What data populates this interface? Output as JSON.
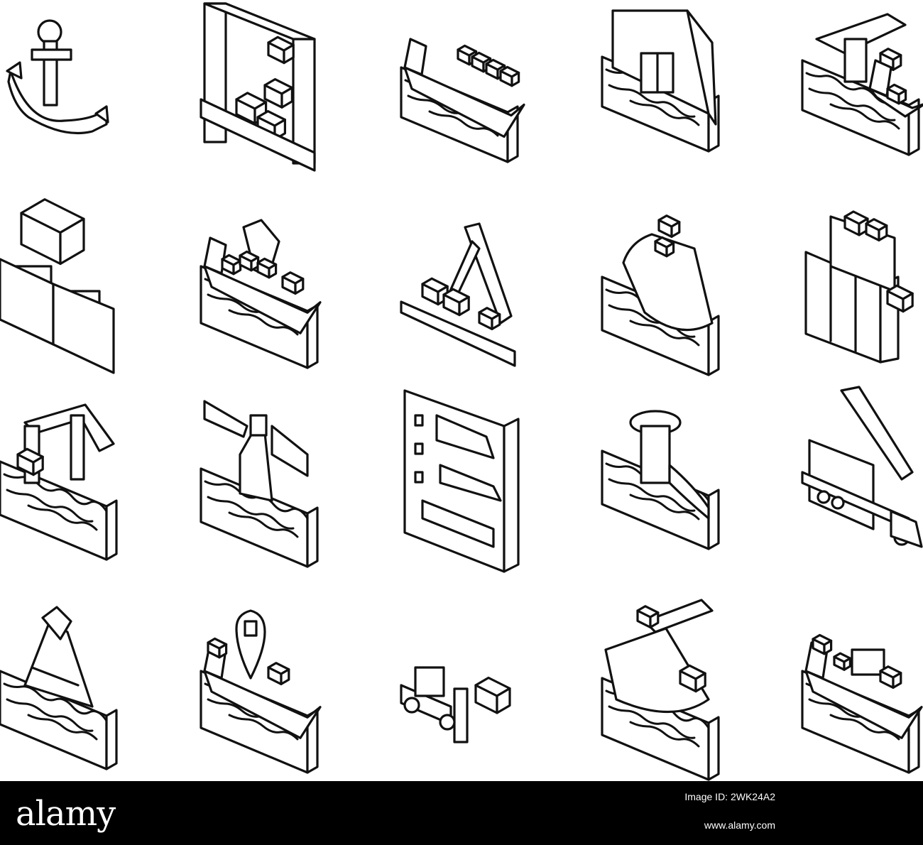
{
  "footer": {
    "brand": "alamy",
    "image_id_label": "Image ID: 2WK24A2",
    "site": "www.alamy.com",
    "background": "#000000",
    "text_color": "#ffffff"
  },
  "icons": [
    {
      "name": "anchor-icon"
    },
    {
      "name": "gantry-crane-containers-icon"
    },
    {
      "name": "container-ship-icon"
    },
    {
      "name": "warehouse-water-icon"
    },
    {
      "name": "crane-ship-icon"
    },
    {
      "name": "stacked-containers-icon"
    },
    {
      "name": "cargo-ship-crane-icon"
    },
    {
      "name": "dock-crane-icon"
    },
    {
      "name": "ship-bow-icon"
    },
    {
      "name": "container-stack-icon"
    },
    {
      "name": "gantry-ship-icon"
    },
    {
      "name": "lighthouse-icon"
    },
    {
      "name": "port-map-icon"
    },
    {
      "name": "mooring-bollard-icon"
    },
    {
      "name": "truck-crane-icon"
    },
    {
      "name": "buoy-icon"
    },
    {
      "name": "ship-location-pin-icon"
    },
    {
      "name": "forklift-icon"
    },
    {
      "name": "tugboat-crane-icon"
    },
    {
      "name": "ferry-ship-icon"
    }
  ],
  "line_color": "#111111"
}
